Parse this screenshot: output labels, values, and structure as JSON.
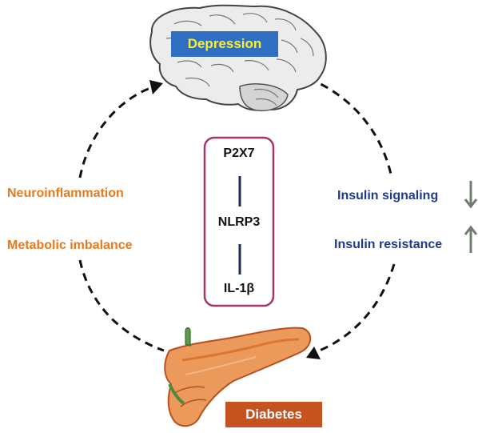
{
  "nodes": {
    "top": "Depression",
    "bottom": "Diabetes"
  },
  "pathway": {
    "items": [
      "P2X7",
      "NLRP3",
      "IL-1β"
    ]
  },
  "left_labels": [
    "Neuroinflammation",
    "Metabolic imbalance"
  ],
  "right_labels": [
    {
      "text": "Insulin signaling",
      "arrow": "down"
    },
    {
      "text": "Insulin resistance",
      "arrow": "up"
    }
  ],
  "colors": {
    "left_text": "#e87a1e",
    "right_text": "#203b8c",
    "depression_box": "#2e6fc4",
    "depression_text": "#ffee2a",
    "diabetes_box": "#c5521f",
    "pathway_border": "#a8346a",
    "arrow": "#6f7d6f"
  },
  "icons": {
    "top_image": "brain-illustration",
    "bottom_image": "pancreas-illustration"
  }
}
